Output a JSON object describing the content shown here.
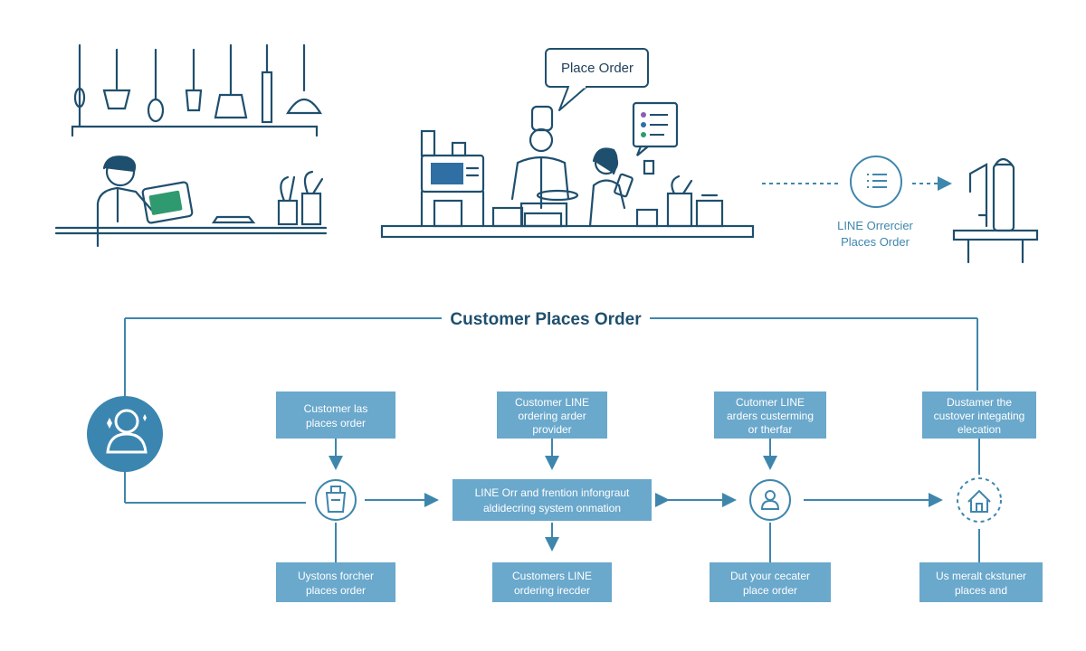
{
  "scene": {
    "speech_bubble": "Place Order",
    "line_label_1": "LINE Orrercier",
    "line_label_2": "Places Order"
  },
  "flow": {
    "title": "Customer Places Order",
    "top_boxes": [
      {
        "line1": "Customer las",
        "line2": "places order",
        "line3": ""
      },
      {
        "line1": "Customer LINE",
        "line2": "ordering arder",
        "line3": "provider"
      },
      {
        "line1": "Cutomer LINE",
        "line2": "arders custerming",
        "line3": "or therfar"
      },
      {
        "line1": "Dustamer the",
        "line2": "custover integating",
        "line3": "elecation"
      }
    ],
    "center_box": {
      "line1": "LINE Orr and frention infongraut",
      "line2": "aldidecring system onmation"
    },
    "bottom_boxes": [
      {
        "line1": "Uystons forcher",
        "line2": "places order"
      },
      {
        "line1": "Customers LINE",
        "line2": "ordering irecder"
      },
      {
        "line1": "Dut your cecater",
        "line2": "place order"
      },
      {
        "line1": "Us meralt ckstuner",
        "line2": "places and"
      }
    ]
  },
  "icons": {
    "customer": "user-avatar-icon",
    "bag": "shopping-bag-icon",
    "person": "person-circle-icon",
    "home": "home-icon",
    "list": "list-circle-icon"
  },
  "colors": {
    "line": "#1f4f6e",
    "accent": "#3f86ad",
    "box": "#6aa8cc",
    "avatar": "#3b86b0"
  }
}
